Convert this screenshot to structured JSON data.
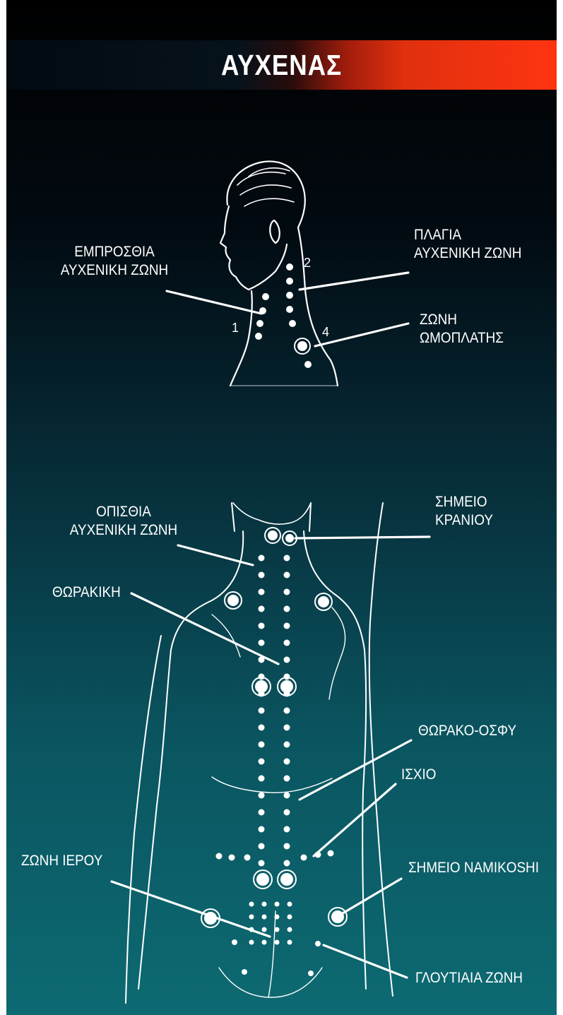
{
  "title": "ΑΥΧΕΝΑΣ",
  "colors": {
    "background_top": "#000000",
    "background_bottom": "#0d6a72",
    "title_accent": "#ff3410",
    "lines": "#ffffff"
  },
  "labels": {
    "front_cervical_line1": "ΕΜΠΡΟΣΘΙΑ",
    "front_cervical_line2": "ΑΥΧΕΝΙΚΗ ΖΩΝΗ",
    "lateral_cervical_line1": "ΠΛΑΓΙΑ",
    "lateral_cervical_line2": "ΑΥΧΕΝΙΚΗ ΖΩΝΗ",
    "scapula_line1": "ΖΩΝΗ",
    "scapula_line2": "ΩΜΟΠΛΑΤΗΣ",
    "posterior_cervical_line1": "ΟΠΙΣΘΙΑ",
    "posterior_cervical_line2": "ΑΥΧΕΝΙΚΗ ΖΩΝΗ",
    "cranial_point_line1": "ΣΗΜΕΙΟ",
    "cranial_point_line2": "ΚΡΑΝΙΟΥ",
    "thoracic": "ΘΩΡΑΚΙΚΗ",
    "thoraco_lumbar": "ΘΩΡΑΚΟ-ΟΣΦΥ",
    "ischium": "ΙΣΧΙΟ",
    "sacral_zone": "ΖΩΝΗ ΙΕΡΟΥ",
    "namikoshi_point": "ΣΗΜΕΙΟ NAMIKOSHI",
    "gluteal_zone": "ΓΛΟΥΤΙΑΙΑ ΖΩΝΗ"
  },
  "head_figure_marks": [
    "1",
    "2",
    "4"
  ]
}
